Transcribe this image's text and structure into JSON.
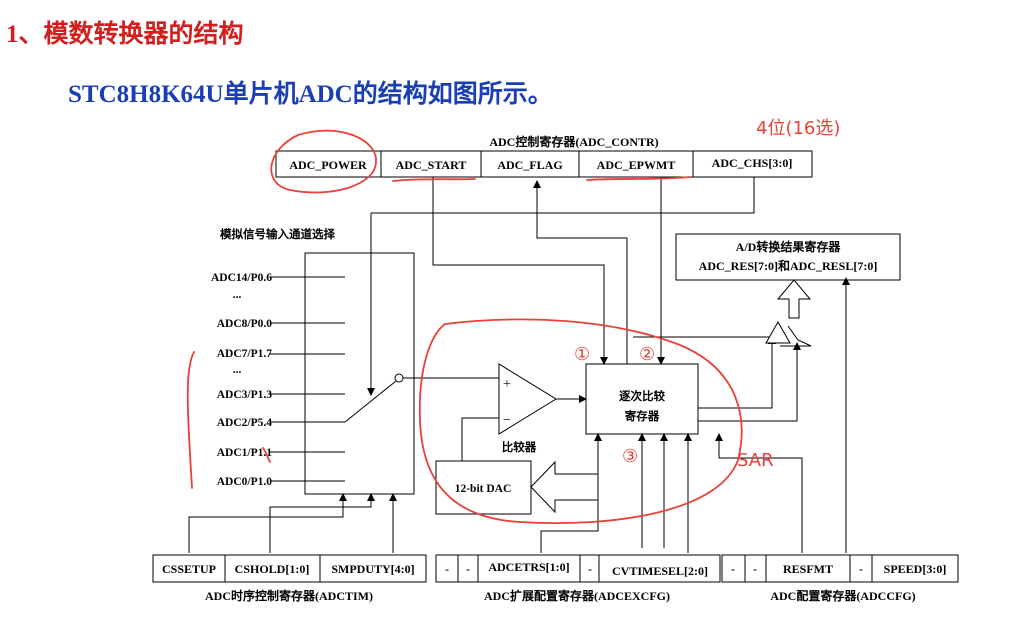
{
  "heading": "1、模数转换器的结构",
  "subtitle": "STC8H8K64U单片机ADC的结构如图所示。",
  "contr": {
    "title": "ADC控制寄存器(ADC_CONTR)",
    "fields": [
      "ADC_POWER",
      "ADC_START",
      "ADC_FLAG",
      "ADC_EPWMT",
      "ADC_CHS[3:0]"
    ]
  },
  "mux_label": "模拟信号输入通道选择",
  "channels": [
    "ADC14/P0.6",
    "...",
    "ADC8/P0.0",
    "ADC7/P1.7",
    "...",
    "ADC3/P1.3",
    "ADC2/P5.4",
    "ADC1/P1.1",
    "ADC0/P1.0"
  ],
  "result": {
    "line1": "A/D转换结果寄存器",
    "line2": "ADC_RES[7:0]和ADC_RESL[7:0]"
  },
  "sar": {
    "line1": "逐次比较",
    "line2": "寄存器"
  },
  "comparator": {
    "label": "比较器",
    "plus": "+",
    "minus": "−"
  },
  "dac": "12-bit DAC",
  "adctim": {
    "fields": [
      "CSSETUP",
      "CSHOLD[1:0]",
      "SMPDUTY[4:0]"
    ],
    "title": "ADC时序控制寄存器(ADCTIM)"
  },
  "adcexcfg": {
    "fields": [
      "-",
      "-",
      "ADCETRS[1:0]",
      "-",
      "CVTIMESEL[2:0]"
    ],
    "title": "ADC扩展配置寄存器(ADCEXCFG)"
  },
  "adccfg": {
    "fields": [
      "-",
      "-",
      "RESFMT",
      "-",
      "SPEED[3:0]"
    ],
    "title": "ADC配置寄存器(ADCCFG)"
  },
  "annotations": {
    "bits": "4位(16选)",
    "one": "①",
    "two": "②",
    "three": "③",
    "sar": "SAR"
  },
  "colors": {
    "heading": "#d41e1e",
    "subtitle": "#1a3fb5",
    "ink": "#e8403a"
  }
}
